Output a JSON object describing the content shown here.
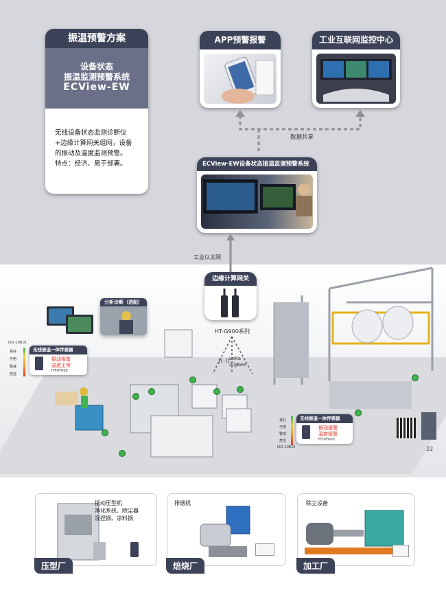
{
  "plan": {
    "header": "振温预警方案",
    "hero_line1": "设备状态",
    "hero_line2": "振温监测预警系统",
    "hero_line3": "ECView-EW",
    "desc_line1": "无线设备状态监测诊断仪",
    "desc_line2": "+边缘计算网关组网，设备",
    "desc_line3": "的振动及温度监测预警。",
    "desc_line4": "特点：经济、易于部署。"
  },
  "app_card": {
    "header": "APP预警报警"
  },
  "iot_card": {
    "header": "工业互联网监控中心"
  },
  "data_share": "数据共享",
  "system_card": {
    "header": "ECView-EW设备状态振温监测预警系统"
  },
  "ethernet": "工业以太网",
  "gateway": {
    "header": "边缘计算网关",
    "model": "HT-G900系列"
  },
  "wireless": {
    "lora": "LoRa",
    "zigbee": "ZigBee"
  },
  "diag_card": {
    "header": "分析诊断（选配）"
  },
  "sensor_left": {
    "header": "无线振温一体传感器",
    "status1": "振动报警",
    "status2": "温度正常",
    "model": "HT-VF600"
  },
  "sensor_right": {
    "header": "无线振温一体传感器",
    "status1": "振动报警",
    "status2": "温度报警",
    "model": "HT-VF600"
  },
  "iso_scale": {
    "title": "ISO-10816",
    "l1": "良好",
    "l2": "可用",
    "l3": "警戒",
    "l4": "危险"
  },
  "page_number": "22",
  "bottom": [
    {
      "tag": "压型厂",
      "desc1": "振动压型机",
      "desc2": "净化系统、除尘器",
      "desc3": "混捏锅、凉料锅"
    },
    {
      "tag": "焙烧厂",
      "desc1": "排烟机"
    },
    {
      "tag": "加工厂",
      "desc1": "除尘设备"
    }
  ],
  "colors": {
    "header": "#3c4258",
    "hero": "#6b7088",
    "alarm": "#e0362a",
    "pin": "#3fb34f"
  }
}
